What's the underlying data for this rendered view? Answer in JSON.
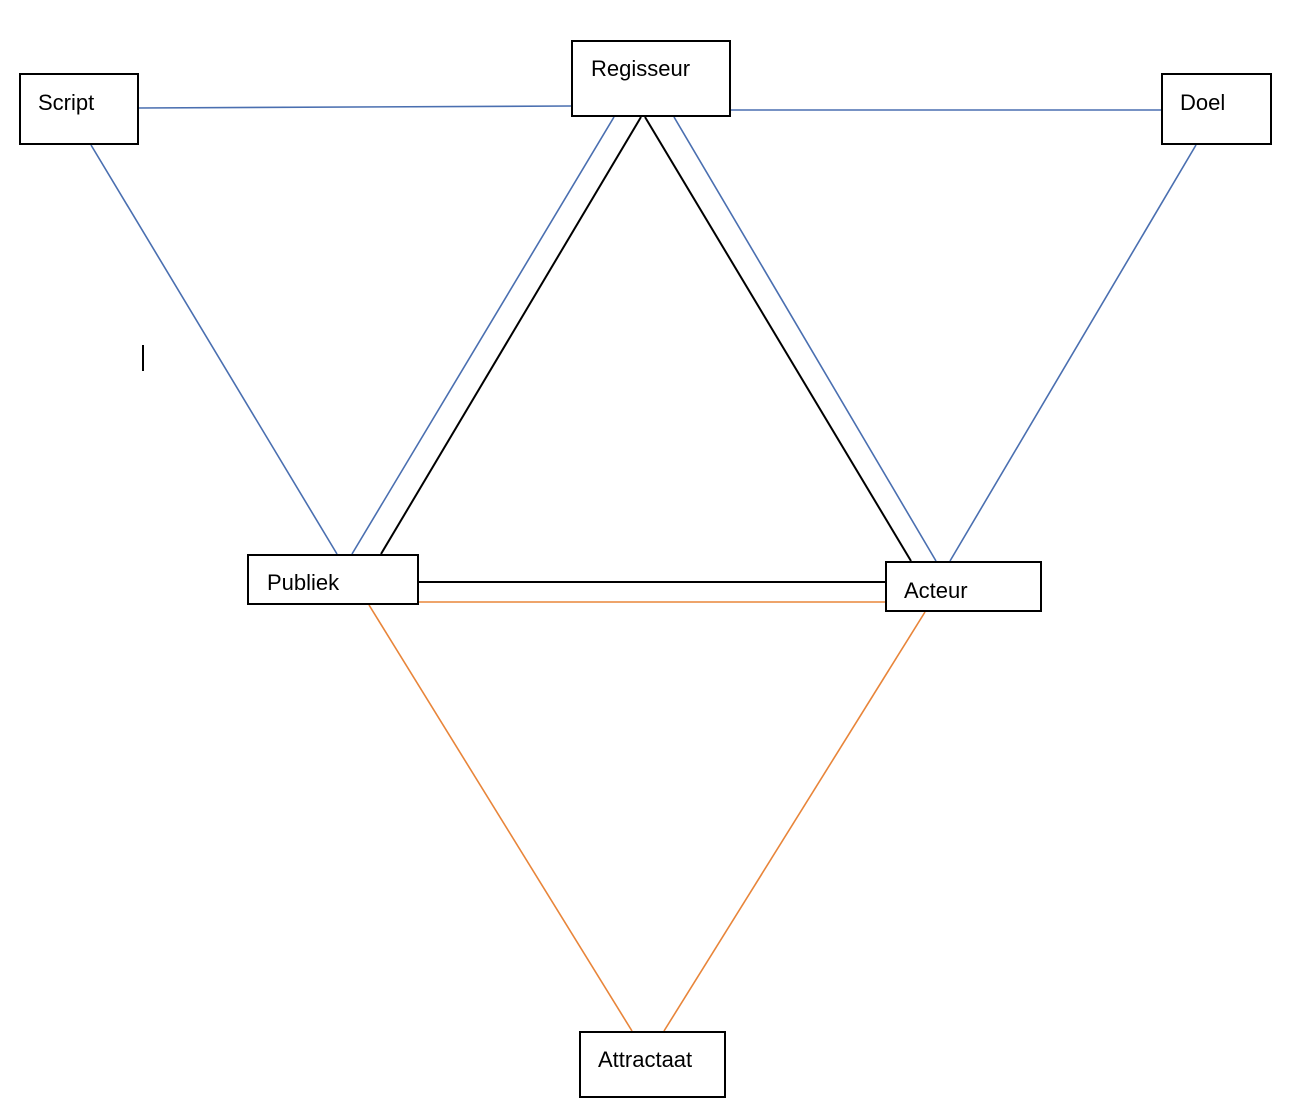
{
  "colors": {
    "blue": "#4a6fb0",
    "black": "#000000",
    "orange": "#e8853a"
  },
  "nodes": {
    "regisseur": "Regisseur",
    "script": "Script",
    "doel": "Doel",
    "publiek": "Publiek",
    "acteur": "Acteur",
    "attractaat": "Attractaat"
  },
  "edges": [
    {
      "from": "script",
      "to": "regisseur",
      "color": "blue"
    },
    {
      "from": "regisseur",
      "to": "doel",
      "color": "blue"
    },
    {
      "from": "script",
      "to": "publiek",
      "color": "blue"
    },
    {
      "from": "regisseur",
      "to": "publiek",
      "color": "blue"
    },
    {
      "from": "regisseur",
      "to": "publiek",
      "color": "black"
    },
    {
      "from": "regisseur",
      "to": "acteur",
      "color": "black"
    },
    {
      "from": "regisseur",
      "to": "acteur",
      "color": "blue"
    },
    {
      "from": "doel",
      "to": "acteur",
      "color": "blue"
    },
    {
      "from": "publiek",
      "to": "acteur",
      "color": "black"
    },
    {
      "from": "publiek",
      "to": "acteur",
      "color": "orange"
    },
    {
      "from": "publiek",
      "to": "attractaat",
      "color": "orange"
    },
    {
      "from": "acteur",
      "to": "attractaat",
      "color": "orange"
    }
  ]
}
